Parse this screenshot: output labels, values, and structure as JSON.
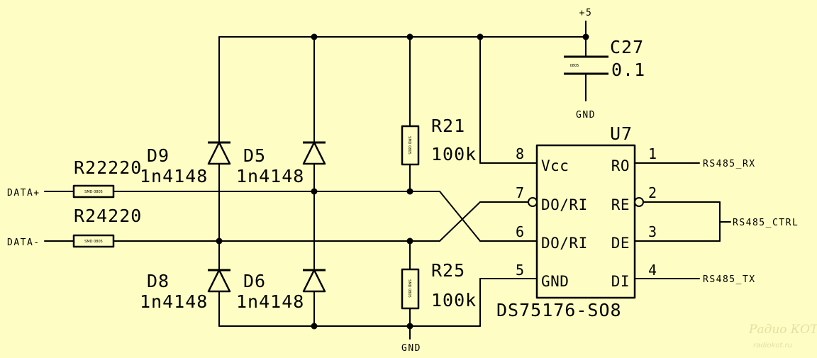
{
  "colors": {
    "background": "#fdfdc4",
    "ink": "#000000",
    "watermark": "#e6dfa2"
  },
  "power": {
    "vcc_label": "+5",
    "gnd_cap_label": "GND",
    "gnd_bottom_label": "GND"
  },
  "inputs": {
    "data_plus": "DATA+",
    "data_minus": "DATA-"
  },
  "outputs": {
    "rx": "RS485_RX",
    "ctrl": "RS485_CTRL",
    "tx": "RS485_TX"
  },
  "c27": {
    "ref": "C27",
    "value": "0.1",
    "package": "0805"
  },
  "r21": {
    "ref": "R21",
    "value": "100k",
    "package": "SMD 0805"
  },
  "r25": {
    "ref": "R25",
    "value": "100k",
    "package": "SMD 0805"
  },
  "r22": {
    "label": "R22220",
    "package": "SMD 0805"
  },
  "r24": {
    "label": "R24220",
    "package": "SMD 0805"
  },
  "d9": {
    "ref": "D9",
    "value": "1n4148"
  },
  "d5": {
    "ref": "D5",
    "value": "1n4148"
  },
  "d8": {
    "ref": "D8",
    "value": "1n4148"
  },
  "d6": {
    "ref": "D6",
    "value": "1n4148"
  },
  "u7": {
    "ref": "U7",
    "part": "DS75176-SO8",
    "pins": {
      "p8": {
        "num": "8",
        "name": "Vcc"
      },
      "p7": {
        "num": "7",
        "name": "DO/RI"
      },
      "p6": {
        "num": "6",
        "name": "DO/RI"
      },
      "p5": {
        "num": "5",
        "name": "GND"
      },
      "p1": {
        "num": "1",
        "name": "RO"
      },
      "p2": {
        "num": "2",
        "name": "RE"
      },
      "p3": {
        "num": "3",
        "name": "DE"
      },
      "p4": {
        "num": "4",
        "name": "DI"
      }
    }
  },
  "watermark": {
    "line1": "Радио КОТ",
    "line2": "radiokot.ru"
  }
}
